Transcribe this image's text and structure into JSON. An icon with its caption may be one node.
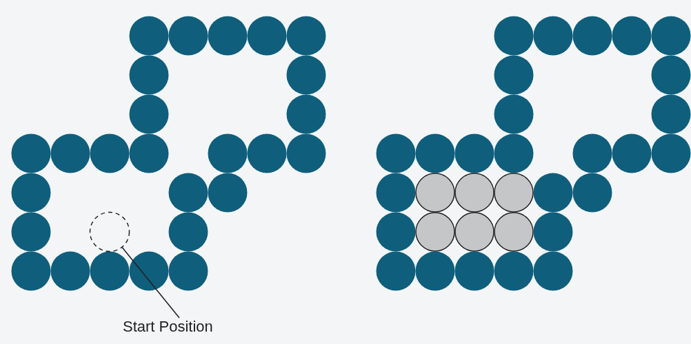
{
  "diagram": {
    "nodes": [
      {
        "text": [
          "Start Position"
        ]
      },
      {
        "text": [],
        "shape": "circle"
      }
    ],
    "edges": [
      {
        "from": 0,
        "to": 1,
        "arrow": "none"
      }
    ]
  }
}
